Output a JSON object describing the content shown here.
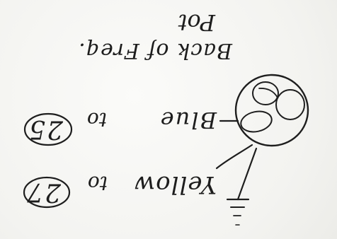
{
  "sketch": {
    "pot_label_line1": "Back of Freq.",
    "pot_label_line2": "Pot",
    "wire_top": {
      "color": "Blue",
      "connector": "to",
      "pin": "25"
    },
    "wire_bottom": {
      "color": "Yellow",
      "connector": "to",
      "pin": "27"
    },
    "ground": {
      "icon": "ground-symbol-icon"
    },
    "ink_color": "#1e1e1e",
    "paper_color": "#f7f7f5"
  }
}
